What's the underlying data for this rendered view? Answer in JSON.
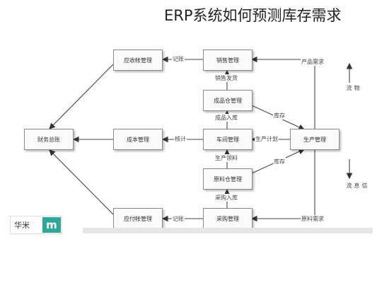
{
  "title": "ERP系统如何预测库存需求",
  "boxes": {
    "accounts_receivable": "应收帐管理",
    "sales": "销售管理",
    "finance": "财务总账",
    "cost": "成本管理",
    "workshop": "车间管理",
    "production": "生产管理",
    "finished_inventory": "成品仓管理",
    "material_inventory": "原料仓管理",
    "accounts_payable": "应付帐管理",
    "purchasing": "采购管理"
  },
  "labels": {
    "bookkeeping_top": "记账",
    "sales_shipping": "销售发货",
    "product_demand": "产品需求",
    "finished_inbound": "成品入库",
    "inventory_top": "库存",
    "accounting": "核计",
    "production_plan": "生产计划",
    "production_picking": "生产领料",
    "inventory_bottom": "库存",
    "purchase_inbound": "采购入库",
    "bookkeeping_bottom": "记账",
    "material_demand": "原料需求",
    "logistics": "物流",
    "information_flow": "信息流"
  },
  "logo": {
    "text": "华米",
    "mark": "m"
  }
}
